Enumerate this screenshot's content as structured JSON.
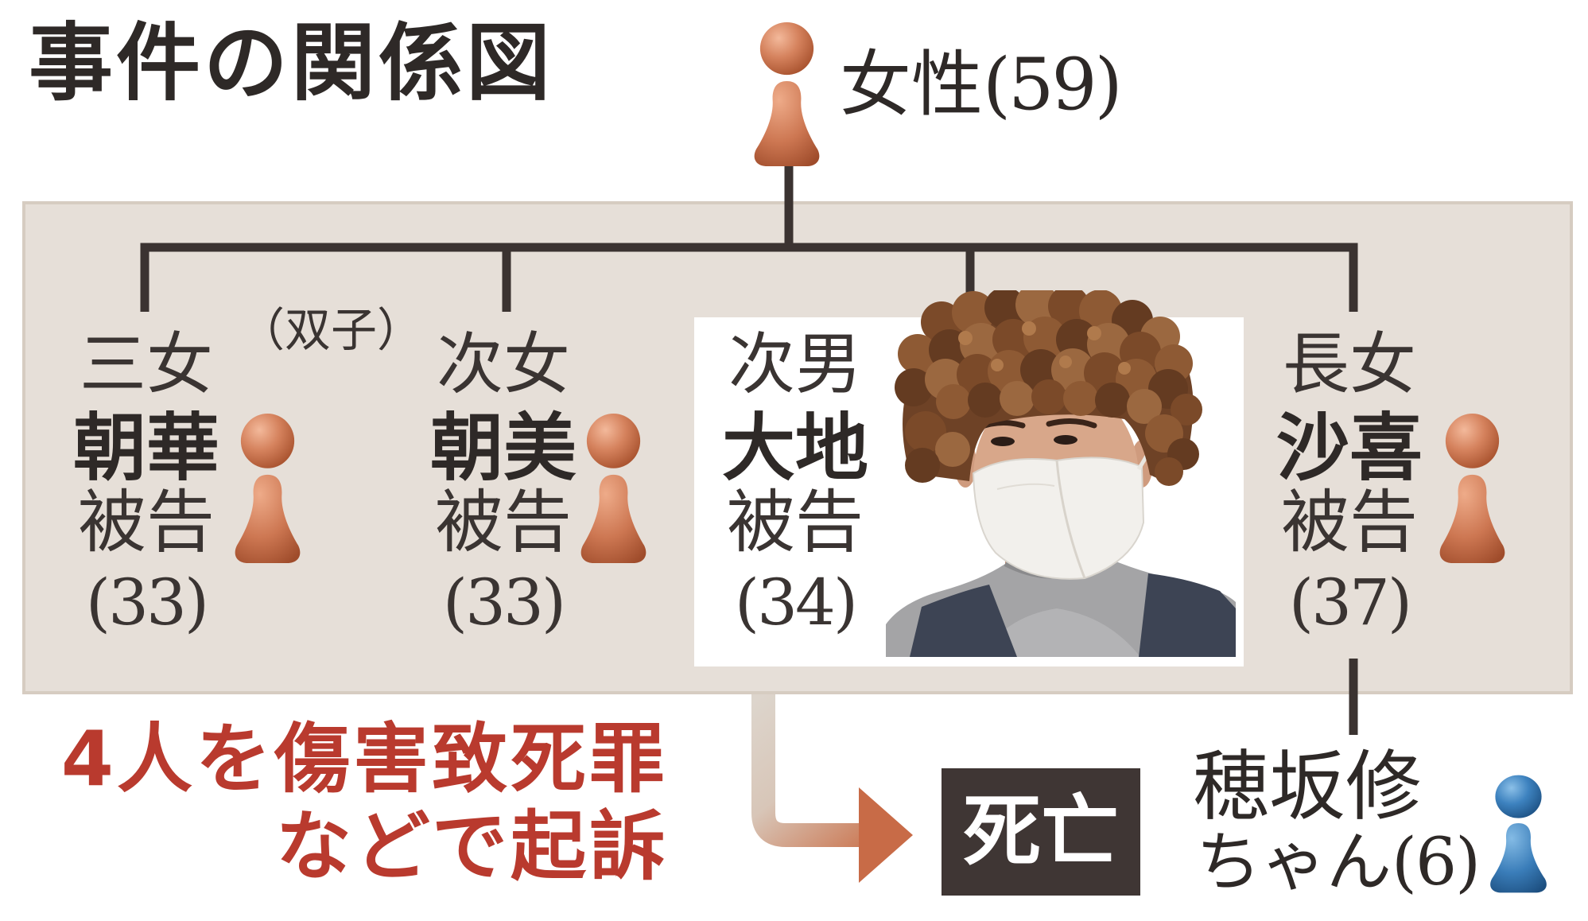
{
  "title": "事件の関係図",
  "mother": {
    "label": "女性",
    "age": "(59)"
  },
  "twins_note": "（双子）",
  "defendants": [
    {
      "relation": "三女",
      "name": "朝華",
      "role": "被告",
      "age": "(33)"
    },
    {
      "relation": "次女",
      "name": "朝美",
      "role": "被告",
      "age": "(33)"
    },
    {
      "relation": "次男",
      "name": "大地",
      "role": "被告",
      "age": "(34)"
    },
    {
      "relation": "長女",
      "name": "沙喜",
      "role": "被告",
      "age": "(37)"
    }
  ],
  "charge": {
    "line1": "4人を傷害致死罪",
    "line2": "などで起訴"
  },
  "outcome": "死亡",
  "victim": {
    "name": "穂坂修",
    "suffix": "ちゃん",
    "age": "(6)"
  },
  "icons": {
    "adult_figure": "person-figure-icon",
    "child_figure": "child-figure-icon",
    "arrow": "arrow-right-icon"
  },
  "colors": {
    "accent-red": "#b93a2e",
    "outcome-box": "#3f3634",
    "panel": "#e6dfd8",
    "line": "#3b3331",
    "figure-adult": "#c96d49",
    "figure-child": "#2f6ea6"
  }
}
